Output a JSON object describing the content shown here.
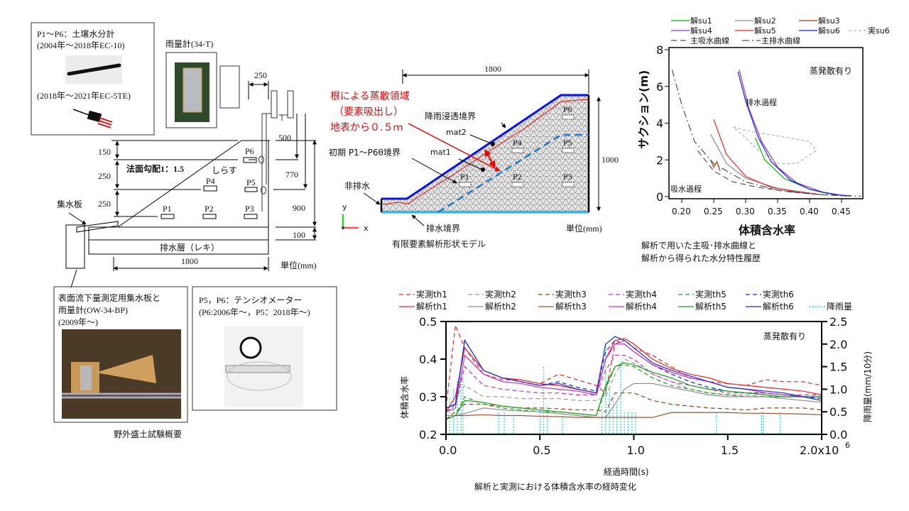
{
  "field_test": {
    "soil_sensor_title": "P1～P6：土壌水分計",
    "soil_sensor_period1": "(2004年～2018年EC-10)",
    "soil_sensor_period2": "(2018年～2021年EC-5TE)",
    "rain_gauge_label": "雨量計(34-T)",
    "dim_250_top": "250",
    "dim_150": "150",
    "dim_250_a": "250",
    "dim_250_b": "250",
    "dim_500": "500",
    "dim_770": "770",
    "dim_900": "900",
    "dim_100": "100",
    "dim_1800": "1800",
    "slope_label": "法面勾配1：1.5",
    "soil_label": "しらす",
    "collector_label": "集水板",
    "drain_layer_label": "排水層（レキ）",
    "unit_label": "単位(mm)",
    "points": [
      "P1",
      "P2",
      "P3",
      "P4",
      "P5",
      "P6"
    ],
    "runoff_box_line1": "表面流下量測定用集水板と",
    "runoff_box_line2": "雨量計(OW-34-BP)",
    "runoff_box_line3": "(2009年～)",
    "tensio_line1": "P5，P6：テンシオメーター",
    "tensio_line2": "(P6:2006年～，P5：2018年～)",
    "caption": "野外盛土試験概要"
  },
  "fem_model": {
    "dim_1800": "1800",
    "dim_1000": "1000",
    "root_zone_line1": "根による蒸散領域",
    "root_zone_line2": "（要素吸出し）",
    "root_zone_line3": "地表から０.５ｍ",
    "rain_boundary": "降雨浸透境界",
    "mat2": "mat2",
    "mat1": "mat1",
    "initial_boundary": "初期 P1～P6θ境界",
    "no_drain": "非排水",
    "drain_boundary": "排水境界",
    "unit_label": "単位(mm)",
    "axis_x": "x",
    "axis_y": "y",
    "points": [
      "P1",
      "P2",
      "P3",
      "P4",
      "P5",
      "P6"
    ],
    "caption": "有限要素解析形状モデル"
  },
  "colors": {
    "blue_boundary": "#0a14e6",
    "cyan_boundary": "#19b4f0",
    "red": "#e60000",
    "dashed_blue": "#1e78c8"
  },
  "chart_data": [
    {
      "type": "line",
      "title": "",
      "annotation": "蒸発散有り",
      "annotation_drain": "排水過程",
      "annotation_wet": "吸水過程",
      "xlabel": "体積含水率",
      "ylabel": "サクション(m)",
      "xlim": [
        0.18,
        0.48
      ],
      "ylim": [
        0,
        8
      ],
      "xticks": [
        "0.20",
        "0.25",
        "0.30",
        "0.35",
        "0.40",
        "0.45"
      ],
      "xtick_values": [
        0.2,
        0.25,
        0.3,
        0.35,
        0.4,
        0.45
      ],
      "yticks": [
        "0",
        "2",
        "4",
        "6",
        "8"
      ],
      "ytick_values": [
        0,
        2,
        4,
        6,
        8
      ],
      "legend_position": "top",
      "caption_line1": "解析で用いた主吸･排水曲線と",
      "caption_line2": "解析から得られた水分特性履歴",
      "series": [
        {
          "name": "解su1",
          "color": "#00b400",
          "dash": "",
          "points": [
            [
              0.315,
              3.2
            ],
            [
              0.33,
              2.0
            ],
            [
              0.36,
              1.0
            ],
            [
              0.4,
              0.4
            ],
            [
              0.43,
              0.15
            ]
          ]
        },
        {
          "name": "解su2",
          "color": "#8c8c8c",
          "dash": "",
          "points": [
            [
              0.245,
              3.4
            ],
            [
              0.27,
              1.8
            ],
            [
              0.3,
              1.0
            ],
            [
              0.35,
              0.45
            ],
            [
              0.4,
              0.2
            ]
          ]
        },
        {
          "name": "解su3",
          "color": "#a0400a",
          "dash": "",
          "points": [
            [
              0.245,
              2.0
            ],
            [
              0.25,
              1.6
            ],
            [
              0.255,
              1.9
            ],
            [
              0.26,
              1.4
            ]
          ]
        },
        {
          "name": "解su4",
          "color": "#9a32d2",
          "dash": "",
          "points": [
            [
              0.29,
              6.9
            ],
            [
              0.305,
              4.8
            ],
            [
              0.325,
              3.0
            ],
            [
              0.35,
              1.6
            ],
            [
              0.38,
              0.75
            ],
            [
              0.42,
              0.25
            ],
            [
              0.45,
              0.08
            ]
          ]
        },
        {
          "name": "解su5",
          "color": "#ff1e1e",
          "dash": "",
          "points": [
            [
              0.25,
              4.2
            ],
            [
              0.27,
              2.3
            ],
            [
              0.3,
              1.1
            ],
            [
              0.34,
              0.5
            ],
            [
              0.38,
              0.25
            ],
            [
              0.41,
              0.15
            ]
          ]
        },
        {
          "name": "解su6",
          "color": "#1428dc",
          "dash": "",
          "points": [
            [
              0.288,
              6.8
            ],
            [
              0.3,
              5.2
            ],
            [
              0.32,
              3.2
            ],
            [
              0.34,
              1.9
            ],
            [
              0.37,
              0.9
            ],
            [
              0.4,
              0.4
            ],
            [
              0.44,
              0.1
            ],
            [
              0.465,
              0.05
            ]
          ]
        },
        {
          "name": "実su6",
          "color": "#b4b4b4",
          "dash": "4,3",
          "points": [
            [
              0.28,
              3.8
            ],
            [
              0.3,
              3.6
            ],
            [
              0.35,
              3.3
            ],
            [
              0.4,
              3.0
            ],
            [
              0.41,
              2.5
            ],
            [
              0.38,
              1.8
            ],
            [
              0.35,
              1.8
            ],
            [
              0.32,
              2.5
            ],
            [
              0.3,
              3.2
            ],
            [
              0.28,
              3.8
            ]
          ]
        },
        {
          "name": "主吸水曲線",
          "color": "#505050",
          "dash": "8,5",
          "points": [
            [
              0.225,
              2.5
            ],
            [
              0.25,
              1.4
            ],
            [
              0.28,
              0.8
            ],
            [
              0.32,
              0.5
            ],
            [
              0.37,
              0.25
            ],
            [
              0.42,
              0.1
            ],
            [
              0.46,
              0.03
            ]
          ]
        },
        {
          "name": "主排水曲線",
          "color": "#505050",
          "dash": "10,4,2,4",
          "points": [
            [
              0.185,
              6.9
            ],
            [
              0.2,
              5.0
            ],
            [
              0.22,
              3.0
            ],
            [
              0.25,
              1.8
            ],
            [
              0.3,
              0.8
            ],
            [
              0.35,
              0.35
            ],
            [
              0.4,
              0.15
            ],
            [
              0.45,
              0.05
            ],
            [
              0.48,
              0.02
            ]
          ]
        }
      ]
    },
    {
      "type": "line",
      "title": "",
      "annotation": "蒸発散有り",
      "xlabel": "経過時間(s)",
      "ylabel": "体積含水率",
      "y2label": "降雨量(mm/10分)",
      "xlim": [
        0,
        2.0
      ],
      "ylim": [
        0.2,
        0.5
      ],
      "y2lim": [
        0,
        2.5
      ],
      "xticks": [
        "0.0",
        "0.5",
        "1.0",
        "1.5",
        "2.0x10"
      ],
      "xtick_values": [
        0,
        0.5,
        1.0,
        1.5,
        2.0
      ],
      "x_exponent": "6",
      "yticks": [
        "0.2",
        "0.3",
        "0.4",
        "0.5"
      ],
      "ytick_values": [
        0.2,
        0.3,
        0.4,
        0.5
      ],
      "y2ticks": [
        "0.0",
        "0.5",
        "1.0",
        "1.5",
        "2.0",
        "2.5"
      ],
      "y2tick_values": [
        0,
        0.5,
        1.0,
        1.5,
        2.0,
        2.5
      ],
      "legend_position": "top",
      "caption": "解析と実測における体積含水率の経時変化",
      "x": [
        0,
        0.05,
        0.1,
        0.2,
        0.3,
        0.4,
        0.5,
        0.6,
        0.7,
        0.8,
        0.85,
        0.9,
        0.95,
        1.0,
        1.1,
        1.2,
        1.3,
        1.4,
        1.5,
        1.6,
        1.7,
        1.8,
        1.9,
        2.0
      ],
      "series": [
        {
          "name": "実測th1",
          "color": "#ff1e1e",
          "dash": "6,4",
          "values": [
            0.27,
            0.49,
            0.43,
            0.36,
            0.345,
            0.345,
            0.335,
            0.36,
            0.345,
            0.33,
            0.31,
            0.44,
            0.45,
            0.43,
            0.41,
            0.38,
            0.35,
            0.34,
            0.335,
            0.33,
            0.345,
            0.34,
            0.34,
            0.33
          ]
        },
        {
          "name": "実測th2",
          "color": "#9a9a9a",
          "dash": "6,4",
          "values": [
            0.26,
            0.3,
            0.33,
            0.3,
            0.3,
            0.295,
            0.295,
            0.295,
            0.29,
            0.29,
            0.3,
            0.36,
            0.4,
            0.39,
            0.36,
            0.34,
            0.32,
            0.31,
            0.305,
            0.305,
            0.3,
            0.3,
            0.3,
            0.3
          ]
        },
        {
          "name": "実測th3",
          "color": "#a0400a",
          "dash": "6,4",
          "values": [
            0.24,
            0.26,
            0.28,
            0.28,
            0.275,
            0.27,
            0.27,
            0.268,
            0.265,
            0.265,
            0.26,
            0.31,
            0.31,
            0.31,
            0.29,
            0.28,
            0.275,
            0.27,
            0.268,
            0.265,
            0.27,
            0.27,
            0.27,
            0.265
          ]
        },
        {
          "name": "実測th4",
          "color": "#d228c8",
          "dash": "6,4",
          "values": [
            0.26,
            0.28,
            0.38,
            0.33,
            0.32,
            0.315,
            0.31,
            0.31,
            0.305,
            0.305,
            0.37,
            0.41,
            0.41,
            0.4,
            0.36,
            0.34,
            0.33,
            0.32,
            0.31,
            0.31,
            0.31,
            0.305,
            0.305,
            0.305
          ]
        },
        {
          "name": "実測th5",
          "color": "#14a014",
          "dash": "6,4",
          "values": [
            0.24,
            0.25,
            0.3,
            0.28,
            0.27,
            0.265,
            0.26,
            0.26,
            0.255,
            0.25,
            0.32,
            0.38,
            0.385,
            0.38,
            0.35,
            0.33,
            0.32,
            0.31,
            0.305,
            0.3,
            0.3,
            0.3,
            0.3,
            0.3
          ]
        },
        {
          "name": "実測th6",
          "color": "#1428dc",
          "dash": "6,4",
          "values": [
            0.27,
            0.28,
            0.45,
            0.37,
            0.35,
            0.34,
            0.33,
            0.34,
            0.325,
            0.315,
            0.42,
            0.45,
            0.44,
            0.42,
            0.385,
            0.36,
            0.34,
            0.325,
            0.315,
            0.31,
            0.31,
            0.305,
            0.3,
            0.295
          ]
        },
        {
          "name": "解析th1",
          "color": "#ff1e1e",
          "dash": "",
          "values": [
            0.26,
            0.3,
            0.43,
            0.37,
            0.35,
            0.345,
            0.335,
            0.33,
            0.32,
            0.31,
            0.4,
            0.45,
            0.455,
            0.44,
            0.4,
            0.375,
            0.36,
            0.35,
            0.335,
            0.33,
            0.325,
            0.32,
            0.315,
            0.305
          ]
        },
        {
          "name": "解析th2",
          "color": "#8c8c8c",
          "dash": "",
          "values": [
            0.25,
            0.25,
            0.255,
            0.27,
            0.265,
            0.262,
            0.26,
            0.255,
            0.25,
            0.245,
            0.245,
            0.28,
            0.32,
            0.335,
            0.335,
            0.325,
            0.315,
            0.305,
            0.3,
            0.3,
            0.3,
            0.295,
            0.29,
            0.285
          ]
        },
        {
          "name": "解析th3",
          "color": "#a0522d",
          "dash": "",
          "values": [
            0.24,
            0.25,
            0.25,
            0.252,
            0.25,
            0.25,
            0.248,
            0.247,
            0.245,
            0.245,
            0.245,
            0.245,
            0.245,
            0.245,
            0.245,
            0.258,
            0.258,
            0.258,
            0.258,
            0.256,
            0.256,
            0.255,
            0.254,
            0.252
          ]
        },
        {
          "name": "解析th4",
          "color": "#d228c8",
          "dash": "",
          "values": [
            0.26,
            0.27,
            0.41,
            0.36,
            0.34,
            0.335,
            0.325,
            0.32,
            0.315,
            0.305,
            0.4,
            0.44,
            0.44,
            0.42,
            0.385,
            0.365,
            0.35,
            0.34,
            0.325,
            0.32,
            0.31,
            0.305,
            0.3,
            0.3
          ]
        },
        {
          "name": "解析th5",
          "color": "#14a014",
          "dash": "",
          "values": [
            0.24,
            0.25,
            0.29,
            0.285,
            0.275,
            0.27,
            0.265,
            0.26,
            0.255,
            0.25,
            0.33,
            0.38,
            0.39,
            0.385,
            0.365,
            0.35,
            0.33,
            0.32,
            0.315,
            0.31,
            0.305,
            0.3,
            0.3,
            0.3
          ]
        },
        {
          "name": "解析th6",
          "color": "#1428dc",
          "dash": "",
          "values": [
            0.27,
            0.28,
            0.45,
            0.37,
            0.35,
            0.34,
            0.33,
            0.335,
            0.32,
            0.31,
            0.44,
            0.46,
            0.45,
            0.43,
            0.39,
            0.37,
            0.355,
            0.34,
            0.325,
            0.32,
            0.315,
            0.31,
            0.3,
            0.29
          ]
        }
      ],
      "rainfall": {
        "name": "降雨量",
        "color": "#00e1e6",
        "events": [
          [
            0.02,
            0.8
          ],
          [
            0.04,
            1.0
          ],
          [
            0.06,
            1.2
          ],
          [
            0.08,
            1.4
          ],
          [
            0.09,
            1.3
          ],
          [
            0.28,
            0.5
          ],
          [
            0.31,
            0.5
          ],
          [
            0.36,
            0.4
          ],
          [
            0.5,
            0.6
          ],
          [
            0.52,
            1.5
          ],
          [
            0.54,
            0.6
          ],
          [
            0.62,
            0.4
          ],
          [
            0.83,
            0.6
          ],
          [
            0.85,
            2.0
          ],
          [
            0.87,
            1.0
          ],
          [
            0.89,
            0.8
          ],
          [
            0.91,
            0.7
          ],
          [
            0.93,
            1.6
          ],
          [
            0.95,
            0.5
          ],
          [
            0.97,
            0.5
          ],
          [
            0.99,
            0.5
          ],
          [
            1.01,
            0.5
          ],
          [
            1.44,
            0.5
          ],
          [
            1.68,
            0.5
          ],
          [
            1.69,
            0.5
          ],
          [
            1.78,
            0.5
          ]
        ]
      }
    }
  ]
}
